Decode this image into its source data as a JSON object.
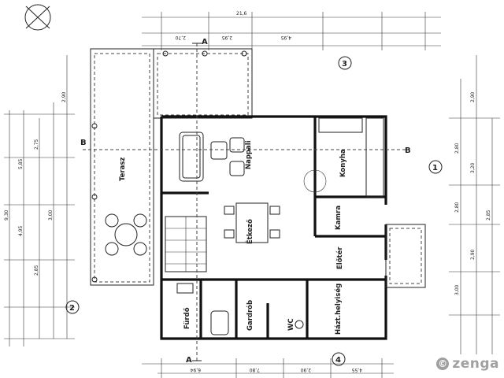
{
  "rooms": {
    "terasz": "Terasz",
    "nappali": "Nappali",
    "konyha": "Konyha",
    "etkezo": "Étkező",
    "kamra": "Kamra",
    "eloter": "Előtér",
    "furdo": "Fürdő",
    "gardrob": "Gardrób",
    "wc": "WC",
    "haztartasi": "Házt.helyiség"
  },
  "section_markers": {
    "a_top": "A",
    "a_bottom": "A",
    "b_left": "B",
    "b_right": "B"
  },
  "axis_labels": {
    "one": "1",
    "two": "2",
    "three": "3",
    "four": "4"
  },
  "dimensions": {
    "top_total": "21,6",
    "top_a": "2,70",
    "top_b": "2,95",
    "top_c": "4,95",
    "left_total": "9,30",
    "left_a": "5,85",
    "left_b": "4,95",
    "left_c": "2,75",
    "left_d": "2,85",
    "left_e": "3,00",
    "left_f": "2,90",
    "right_a": "2,90",
    "right_b": "3,20",
    "right_c": "2,80",
    "right_d": "2,80",
    "right_e": "2,90",
    "right_f": "3,00",
    "right_g": "2,85",
    "bottom_a": "6,94",
    "bottom_b": "7,80",
    "bottom_c": "2,90",
    "bottom_d": "4,55"
  },
  "watermark": {
    "text": "zenga",
    "logo_glyph": "©"
  }
}
